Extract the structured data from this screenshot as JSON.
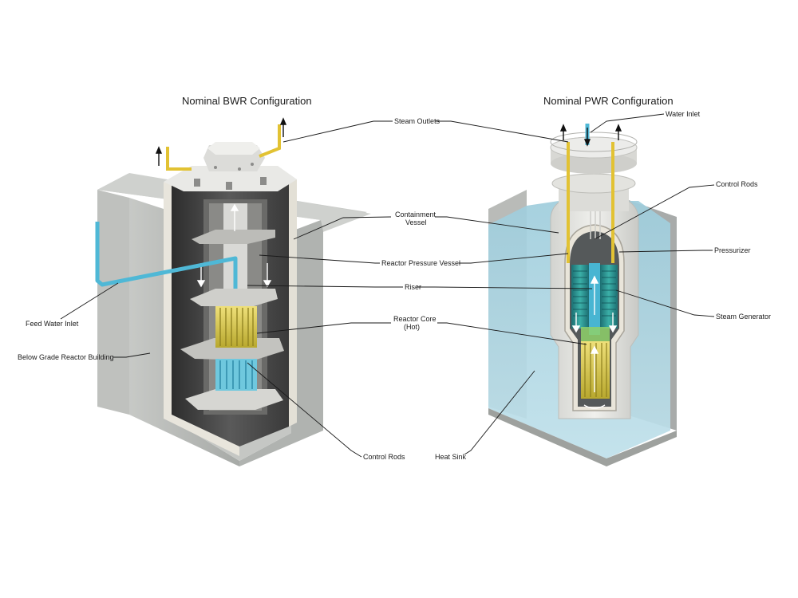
{
  "titles": {
    "bwr": "Nominal  BWR Configuration",
    "pwr": "Nominal  PWR Configuration"
  },
  "labels": {
    "steam_outlets": "Steam Outlets",
    "water_inlet": "Water Inlet",
    "containment_vessel_1": "Containment",
    "containment_vessel_2": "Vessel",
    "reactor_pressure_vessel": "Reactor Pressure Vessel",
    "riser": "Riser",
    "reactor_core_1": "Reactor Core",
    "reactor_core_2": "(Hot)",
    "control_rods_bwr": "Control Rods",
    "control_rods_pwr": "Control Rods",
    "pressurizer": "Pressurizer",
    "steam_generator": "Steam Generator",
    "feed_water_inlet": "Feed Water Inlet",
    "below_grade": "Below Grade Reactor Building",
    "heat_sink": "Heat Sink"
  },
  "colors": {
    "concrete": "#b9bcb9",
    "concrete_dark": "#9a9d9a",
    "water": "#a9d4e2",
    "feed_pipe": "#4fb8d6",
    "steam_pipe": "#e8c53a",
    "core_yellow": "#d9c94a",
    "core_blue": "#5fc4dc",
    "steam_gen": "#1f8f8a",
    "vessel": "#e6e6e2"
  }
}
